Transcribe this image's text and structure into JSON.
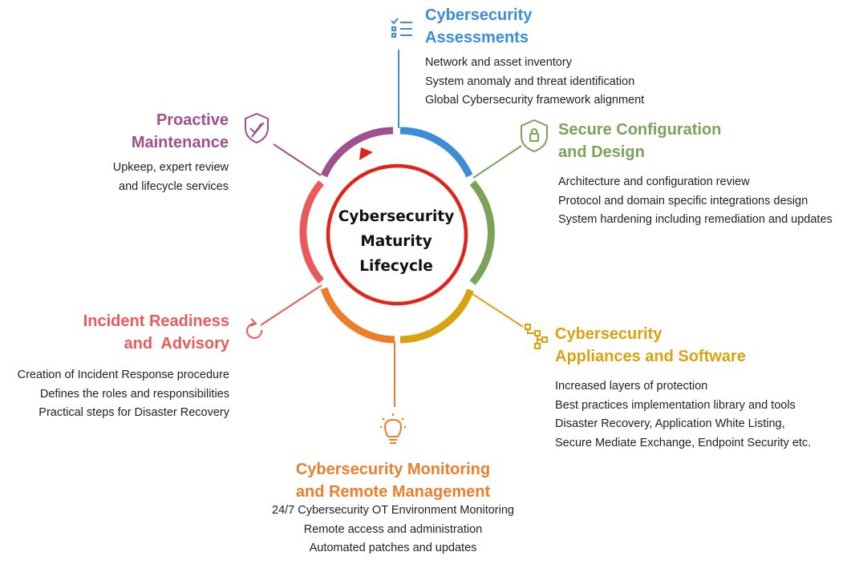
{
  "center": {
    "lines": [
      "Cybersecurity",
      "Maturity",
      "Lifecycle"
    ]
  },
  "stages": {
    "assessments": {
      "title": [
        "Cybersecurity",
        "Assessments"
      ],
      "items": [
        "Network and asset inventory",
        "System anomaly and threat identification",
        "Global Cybersecurity framework alignment"
      ],
      "color": "#3a8dd6",
      "icon": "checklist-icon"
    },
    "secure_config": {
      "title": [
        "Secure Configuration",
        "and Design"
      ],
      "items": [
        "Architecture and configuration review",
        "Protocol and domain specific integrations design",
        "System hardening including remediation and updates"
      ],
      "color": "#7aa35a",
      "icon": "shield-lock-icon"
    },
    "appliances": {
      "title": [
        "Cybersecurity",
        "Appliances and Software"
      ],
      "items": [
        "Increased layers of protection",
        "Best practices implementation library and tools",
        "Disaster Recovery, Application White Listing,",
        "Secure Mediate Exchange, Endpoint Security etc."
      ],
      "color": "#d9a30f",
      "icon": "hierarchy-icon"
    },
    "monitoring": {
      "title": [
        "Cybersecurity Monitoring",
        "and Remote Management"
      ],
      "items": [
        "24/7 Cybersecurity OT Environment Monitoring",
        "Remote access and administration",
        "Automated patches and updates"
      ],
      "color": "#ee7d2a",
      "icon": "lightbulb-icon"
    },
    "incident": {
      "title": [
        "Incident Readiness",
        "and  Advisory"
      ],
      "items": [
        "Creation of Incident Response procedure",
        "Defines the roles and responsibilities",
        "Practical steps for Disaster Recovery"
      ],
      "color": "#ea5a5a",
      "icon": "refresh-icon"
    },
    "maintenance": {
      "title": [
        "Proactive",
        "Maintenance"
      ],
      "items": [
        "Upkeep, expert review",
        "and lifecycle services"
      ],
      "color": "#a0508d",
      "icon": "shield-check-icon"
    }
  }
}
